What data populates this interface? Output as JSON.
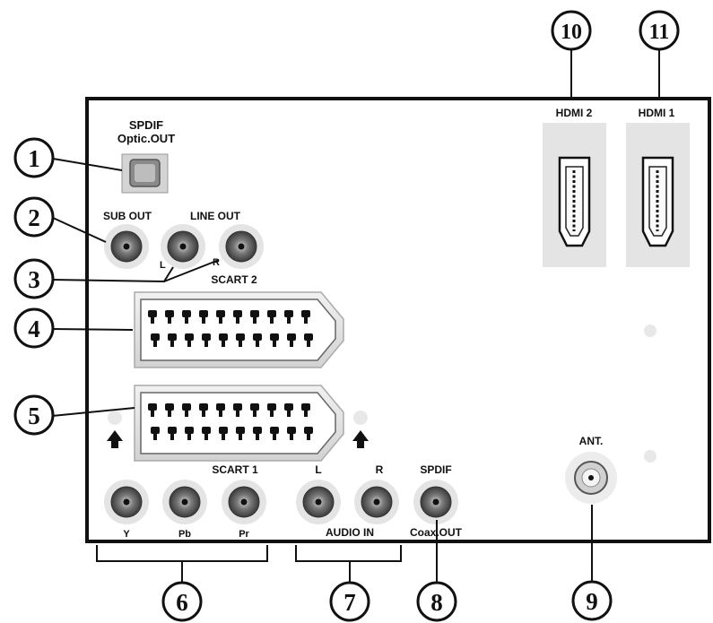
{
  "labels": {
    "spdif_optic_line1": "SPDIF",
    "spdif_optic_line2": "Optic.OUT",
    "sub_out": "SUB OUT",
    "line_out": "LINE OUT",
    "line_out_left": "L",
    "line_out_right": "R",
    "scart2": "SCART 2",
    "scart1": "SCART 1",
    "y": "Y",
    "pb": "Pb",
    "pr": "Pr",
    "audio_l": "L",
    "audio_r": "R",
    "audio_in": "AUDIO IN",
    "spdif_coax_line1": "SPDIF",
    "spdif_coax_line2": "Coax.OUT",
    "ant": "ANT.",
    "hdmi2": "HDMI 2",
    "hdmi1": "HDMI 1"
  },
  "callouts": [
    "1",
    "2",
    "3",
    "4",
    "5",
    "6",
    "7",
    "8",
    "9",
    "10",
    "11"
  ]
}
